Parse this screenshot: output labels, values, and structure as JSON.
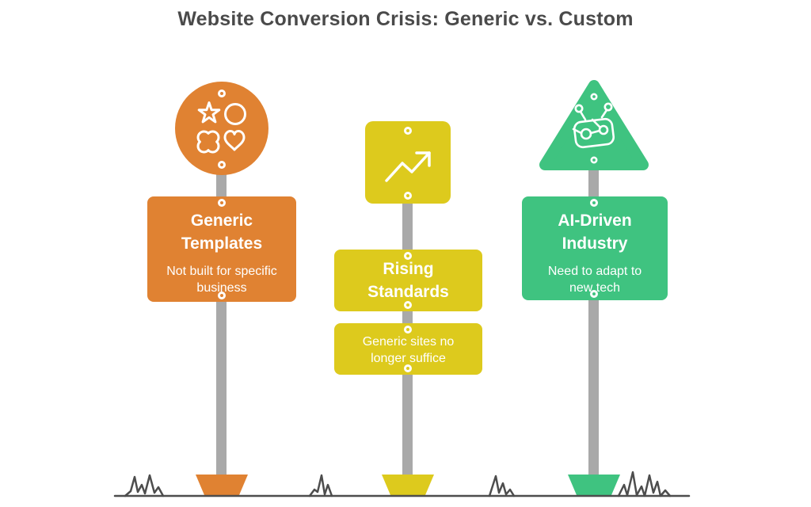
{
  "title": "Website Conversion Crisis: Generic vs. Custom",
  "colors": {
    "orange": "#e08232",
    "yellow": "#ddca1d",
    "green": "#3fc380",
    "pole_gray": "#a9a9a9",
    "ground_stroke": "#4d4d4d",
    "title_text": "#4a4a4a",
    "sign_text": "#ffffff"
  },
  "signs": [
    {
      "id": "generic-templates",
      "shape": "circle",
      "icon": "shapes-icon",
      "color": "#e08232",
      "heading": "Generic Templates",
      "subtext": "Not built for specific business"
    },
    {
      "id": "rising-standards",
      "shape": "square",
      "icon": "trending-up-icon",
      "color": "#ddca1d",
      "heading": "Rising Standards",
      "subtext": "Generic sites no longer suffice"
    },
    {
      "id": "ai-driven-industry",
      "shape": "triangle",
      "icon": "robot-icon",
      "color": "#3fc380",
      "heading": "AI-Driven Industry",
      "subtext": "Need to adapt to new tech"
    }
  ]
}
